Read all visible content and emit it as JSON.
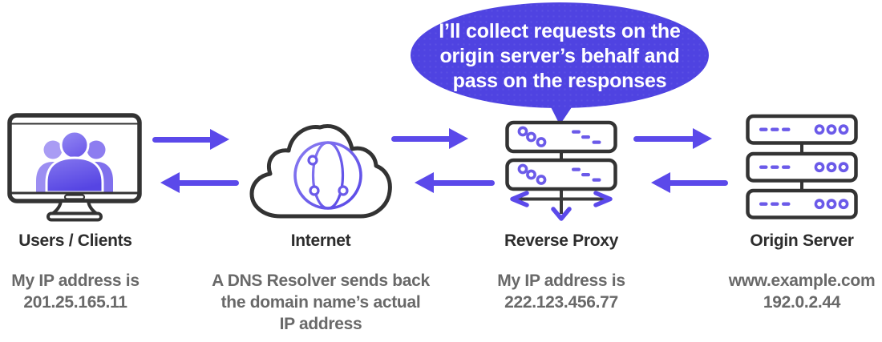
{
  "title": "Reverse proxy flow diagram",
  "bubble": {
    "text": "I’ll collect requests on the\norigin server’s behalf and\npass on the responses"
  },
  "nodes": [
    {
      "id": "users",
      "label": "Users / Clients",
      "caption": "My IP address is\n201.25.165.11",
      "icon": "monitor-users-icon"
    },
    {
      "id": "internet",
      "label": "Internet",
      "caption": "A DNS Resolver sends back\nthe domain name’s actual\nIP address",
      "icon": "cloud-globe-icon"
    },
    {
      "id": "reverse-proxy",
      "label": "Reverse Proxy",
      "caption": "My IP address is\n222.123.456.77",
      "icon": "proxy-servers-icon"
    },
    {
      "id": "origin-server",
      "label": "Origin Server",
      "caption": "www.example.com\n192.0.2.44",
      "icon": "server-stack-icon"
    }
  ],
  "flows": [
    {
      "from": "Users / Clients",
      "to": "Internet",
      "direction": "right"
    },
    {
      "from": "Internet",
      "to": "Users / Clients",
      "direction": "left"
    },
    {
      "from": "Internet",
      "to": "Reverse Proxy",
      "direction": "right"
    },
    {
      "from": "Reverse Proxy",
      "to": "Internet",
      "direction": "left"
    },
    {
      "from": "Reverse Proxy",
      "to": "Origin Server",
      "direction": "right"
    },
    {
      "from": "Origin Server",
      "to": "Reverse Proxy",
      "direction": "left"
    }
  ],
  "colors": {
    "accent_purple": "#5b49ea",
    "bubble_purple": "#4f43e1",
    "icon_purple": "#6b5ae9",
    "outline_dark": "#333333",
    "label_dark": "#2d2d2d",
    "caption_gray": "#696969",
    "background": "#ffffff"
  }
}
